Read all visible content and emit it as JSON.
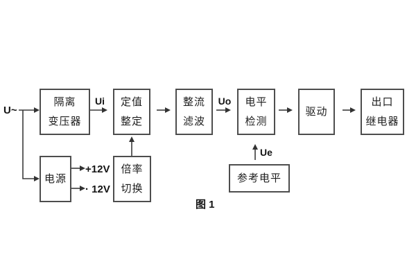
{
  "figure": {
    "caption": "图 1",
    "input_label": "U~",
    "signal_labels": {
      "ui": "Ui",
      "uo": "Uo",
      "ue": "Ue"
    },
    "power_outputs": {
      "plus": "+12V",
      "minus": "· 12V"
    },
    "blocks": {
      "isolation_transformer": {
        "line1": "隔离",
        "line2": "变压器"
      },
      "setting_adjust": {
        "line1": "定值",
        "line2": "整定"
      },
      "rectifier_filter": {
        "line1": "整流",
        "line2": "滤波"
      },
      "level_detect": {
        "line1": "电平",
        "line2": "检测"
      },
      "drive": {
        "label": "驱动"
      },
      "output_relay": {
        "line1": "出口",
        "line2": "继电器"
      },
      "power_supply": {
        "label": "电源"
      },
      "ratio_switch": {
        "line1": "倍率",
        "line2": "切换"
      },
      "reference_level": {
        "label": "参考电平"
      }
    },
    "colors": {
      "line": "#3a3a3a",
      "border": "#4d4d4d",
      "text": "#1e1e1e",
      "background": "#ffffff"
    }
  }
}
